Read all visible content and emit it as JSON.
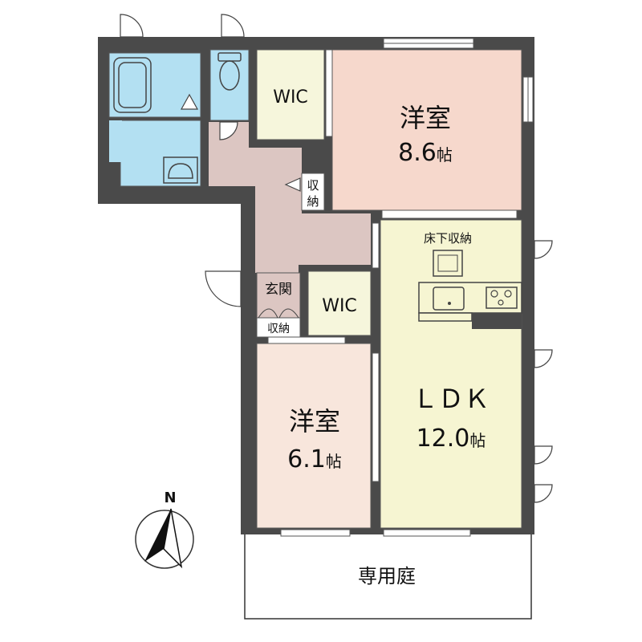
{
  "rooms": {
    "western_room_1": {
      "name": "洋室",
      "area": "8.6",
      "unit": "帖"
    },
    "western_room_2": {
      "name": "洋室",
      "area": "6.1",
      "unit": "帖"
    },
    "ldk": {
      "name": "ＬＤＫ",
      "area": "12.0",
      "unit": "帖"
    },
    "wic_upper": {
      "name": "WIC"
    },
    "wic_lower": {
      "name": "WIC"
    },
    "entrance": {
      "name": "玄関"
    },
    "entrance_storage": {
      "name": "収納"
    },
    "hall_storage": {
      "line1": "収",
      "line2": "納"
    },
    "underfloor_storage": {
      "name": "床下収納"
    },
    "private_garden": {
      "name": "専用庭"
    }
  },
  "compass": {
    "label": "N",
    "icon": "north-arrow-icon"
  },
  "colors": {
    "wall": "#4a4a4a",
    "wet_area": "#b3e0f2",
    "bedroom": "#f6d8cc",
    "bedroom_small": "#f8e6dc",
    "ldk": "#f6f5d2",
    "wic": "#f6f6dc",
    "hall": "#dcc6c2"
  }
}
